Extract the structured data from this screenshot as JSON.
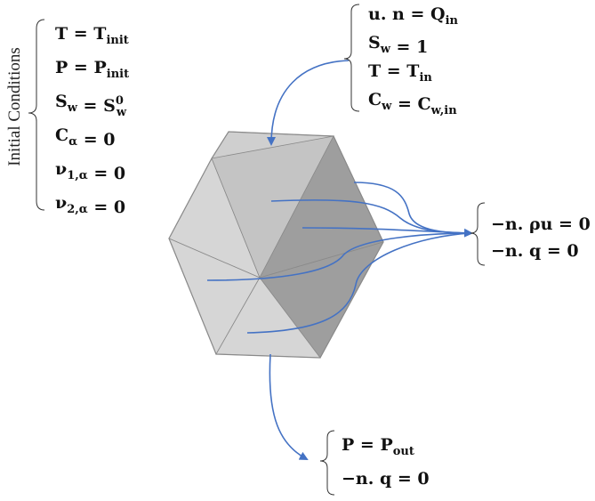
{
  "initial_conditions": {
    "label": "Initial Conditions",
    "equations": [
      {
        "lhs": "T",
        "lhs_sub": "",
        "lhs_sup": "",
        "rhs": "T",
        "rhs_sub": "init",
        "rhs_sup": ""
      },
      {
        "lhs": "P",
        "lhs_sub": "",
        "lhs_sup": "",
        "rhs": "P",
        "rhs_sub": "init",
        "rhs_sup": ""
      },
      {
        "lhs": "S",
        "lhs_sub": "w",
        "lhs_sup": "",
        "rhs": "S",
        "rhs_sub": "w",
        "rhs_sup": "0"
      },
      {
        "lhs": "C",
        "lhs_sub": "α",
        "lhs_sup": "",
        "rhs": "0",
        "rhs_sub": "",
        "rhs_sup": ""
      },
      {
        "lhs": "ν",
        "lhs_sub": "1,α",
        "lhs_sup": "",
        "rhs": "0",
        "rhs_sub": "",
        "rhs_sup": ""
      },
      {
        "lhs": "ν",
        "lhs_sub": "2,α",
        "lhs_sup": "",
        "rhs": "0",
        "rhs_sub": "",
        "rhs_sup": ""
      }
    ]
  },
  "inlet_conditions": {
    "equations": [
      {
        "lhs": "u. n",
        "lhs_sub": "",
        "lhs_sup": "",
        "rhs": "Q",
        "rhs_sub": "in",
        "rhs_sup": ""
      },
      {
        "lhs": "S",
        "lhs_sub": "w",
        "lhs_sup": "",
        "rhs": "1",
        "rhs_sub": "",
        "rhs_sup": ""
      },
      {
        "lhs": "T",
        "lhs_sub": "",
        "lhs_sup": "",
        "rhs": "T",
        "rhs_sub": "in",
        "rhs_sup": ""
      },
      {
        "lhs": "C",
        "lhs_sub": "w",
        "lhs_sup": "",
        "rhs": "C",
        "rhs_sub": "w,in",
        "rhs_sup": ""
      }
    ]
  },
  "side_conditions": {
    "equations": [
      {
        "lhs": "−n. ρu",
        "lhs_sub": "",
        "lhs_sup": "",
        "rhs": "0",
        "rhs_sub": "",
        "rhs_sup": ""
      },
      {
        "lhs": "−n. q",
        "lhs_sub": "",
        "lhs_sup": "",
        "rhs": "0",
        "rhs_sub": "",
        "rhs_sup": ""
      }
    ]
  },
  "outlet_conditions": {
    "equations": [
      {
        "lhs": "P",
        "lhs_sub": "",
        "lhs_sup": "",
        "rhs": "P",
        "rhs_sub": "out",
        "rhs_sup": ""
      },
      {
        "lhs": "−n. q",
        "lhs_sub": "",
        "lhs_sup": "",
        "rhs": "0",
        "rhs_sub": "",
        "rhs_sup": ""
      }
    ]
  },
  "colors": {
    "arrow": "#4472c4",
    "face_light": "#d6d6d6",
    "face_mid": "#c4c4c4",
    "face_dark": "#9e9e9e",
    "face_top": "#cfcfcf",
    "edge": "#8a8a8a",
    "bracket": "#333333"
  }
}
